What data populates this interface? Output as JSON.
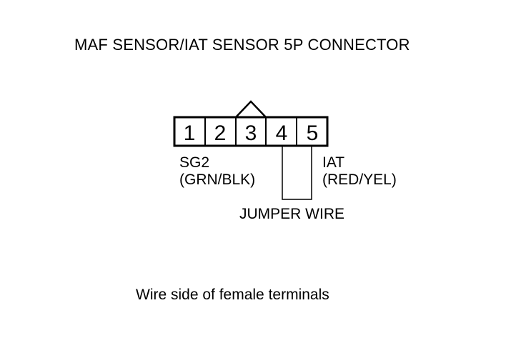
{
  "title": "MAF SENSOR/IAT SENSOR 5P CONNECTOR",
  "connector": {
    "pins": [
      "1",
      "2",
      "3",
      "4",
      "5"
    ]
  },
  "labels": {
    "sg2_name": "SG2",
    "sg2_color": "(GRN/BLK)",
    "iat_name": "IAT",
    "iat_color": "(RED/YEL)",
    "jumper": "JUMPER WIRE"
  },
  "caption": "Wire side of female terminals"
}
